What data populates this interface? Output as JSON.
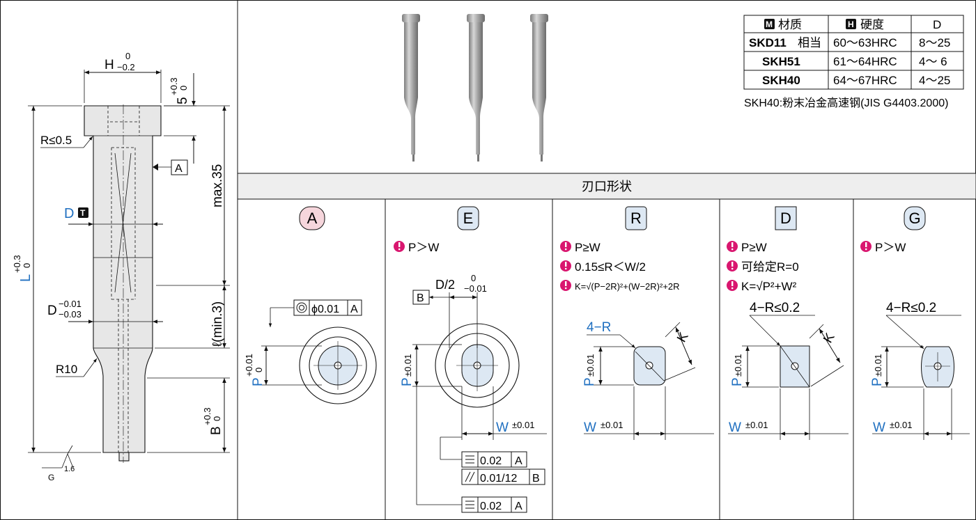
{
  "drawing": {
    "dim_H": "H",
    "dim_H_tol_upper": "0",
    "dim_H_tol_lower": "−0.2",
    "dim_5": "5",
    "dim_5_tol_upper": "+0.3",
    "dim_5_tol_lower": "0",
    "radius_head": "R≤0.5",
    "datum_A": "A",
    "max_35": "max.35",
    "dim_D": "D",
    "dim_D_badge": "T",
    "dim_D_tol": "D",
    "dim_D_tol_upper": "−0.01",
    "dim_D_tol_lower": "−0.03",
    "dim_l": "ℓ(min.3)",
    "dim_L": "L",
    "dim_L_tol_upper": "+0.3",
    "dim_L_tol_lower": "0",
    "radius_R10": "R10",
    "dim_B": "B",
    "dim_B_tol_upper": "+0.3",
    "dim_B_tol_lower": "0",
    "roughness_value": "1.6",
    "roughness_grade": "G"
  },
  "spec_table": {
    "headers": [
      {
        "badge": "M",
        "label": "材质"
      },
      {
        "badge": "H",
        "label": "硬度"
      },
      {
        "badge": "",
        "label": "D"
      }
    ],
    "rows": [
      {
        "material": "SKD11",
        "material_suffix": "相当",
        "hardness": "60～63HRC",
        "d": "8～25"
      },
      {
        "material": "SKH51",
        "material_suffix": "",
        "hardness": "61～64HRC",
        "d": "4～ 6"
      },
      {
        "material": "SKH40",
        "material_suffix": "",
        "hardness": "64～67HRC",
        "d": "4～25"
      }
    ],
    "note": "SKH40:粉末冶金高速钢(JIS G4403.2000)"
  },
  "section_title": "刃口形状",
  "shapes": [
    {
      "letter": "A",
      "conditions": [],
      "labels": {
        "coax": "ϕ0.01",
        "datum": "A",
        "p": "P",
        "p_tol_upper": "+0.01",
        "p_tol_lower": "0"
      }
    },
    {
      "letter": "E",
      "conditions": [
        "P＞W"
      ],
      "labels": {
        "datum": "B",
        "d2": "D/2",
        "d2_tol_upper": "0",
        "d2_tol_lower": "−0.01",
        "p": "P",
        "p_tol": "±0.01",
        "w": "W",
        "w_tol": "±0.01",
        "tol1_value": "0.02",
        "tol1_datum": "A",
        "tol2_value": "0.01/12",
        "tol2_datum": "B",
        "tol3_value": "0.02",
        "tol3_datum": "A"
      }
    },
    {
      "letter": "R",
      "conditions": [
        "P≥W",
        "0.15≤R＜W/2",
        "K=√(P−2R)²+(W−2R)²+2R"
      ],
      "labels": {
        "r": "4−R",
        "k": "K",
        "p": "P",
        "p_tol": "±0.01",
        "w": "W",
        "w_tol": "±0.01"
      }
    },
    {
      "letter": "D",
      "conditions": [
        "P≥W",
        "可给定R=0",
        "K=√P²+W²"
      ],
      "labels": {
        "r": "4−R≤0.2",
        "k": "K",
        "p": "P",
        "p_tol": "±0.01",
        "w": "W",
        "w_tol": "±0.01"
      }
    },
    {
      "letter": "G",
      "conditions": [
        "P＞W"
      ],
      "labels": {
        "r": "4−R≤0.2",
        "p": "P",
        "p_tol": "±0.01",
        "w": "W",
        "w_tol": "±0.01"
      }
    }
  ],
  "colors": {
    "accent": "#1f6fc0",
    "warn": "#d9166f",
    "badge_A": "#f6d6dc",
    "badge_other": "#dde8f3",
    "face": "#dde8f3",
    "header_bg": "#eeeeee"
  }
}
